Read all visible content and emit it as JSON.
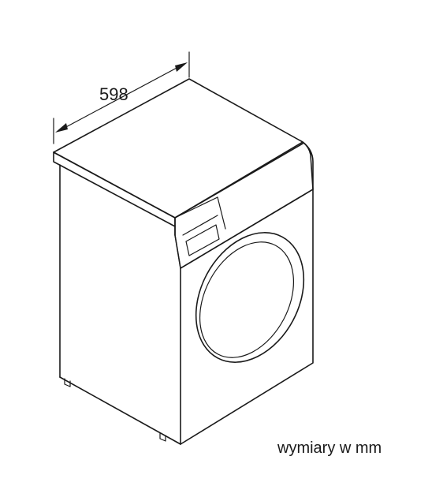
{
  "drawing": {
    "subject": "washing-machine",
    "dimension_width": "598",
    "caption": "wymiary w mm"
  },
  "colors": {
    "line": "#1a1a1a",
    "background": "#ffffff"
  }
}
